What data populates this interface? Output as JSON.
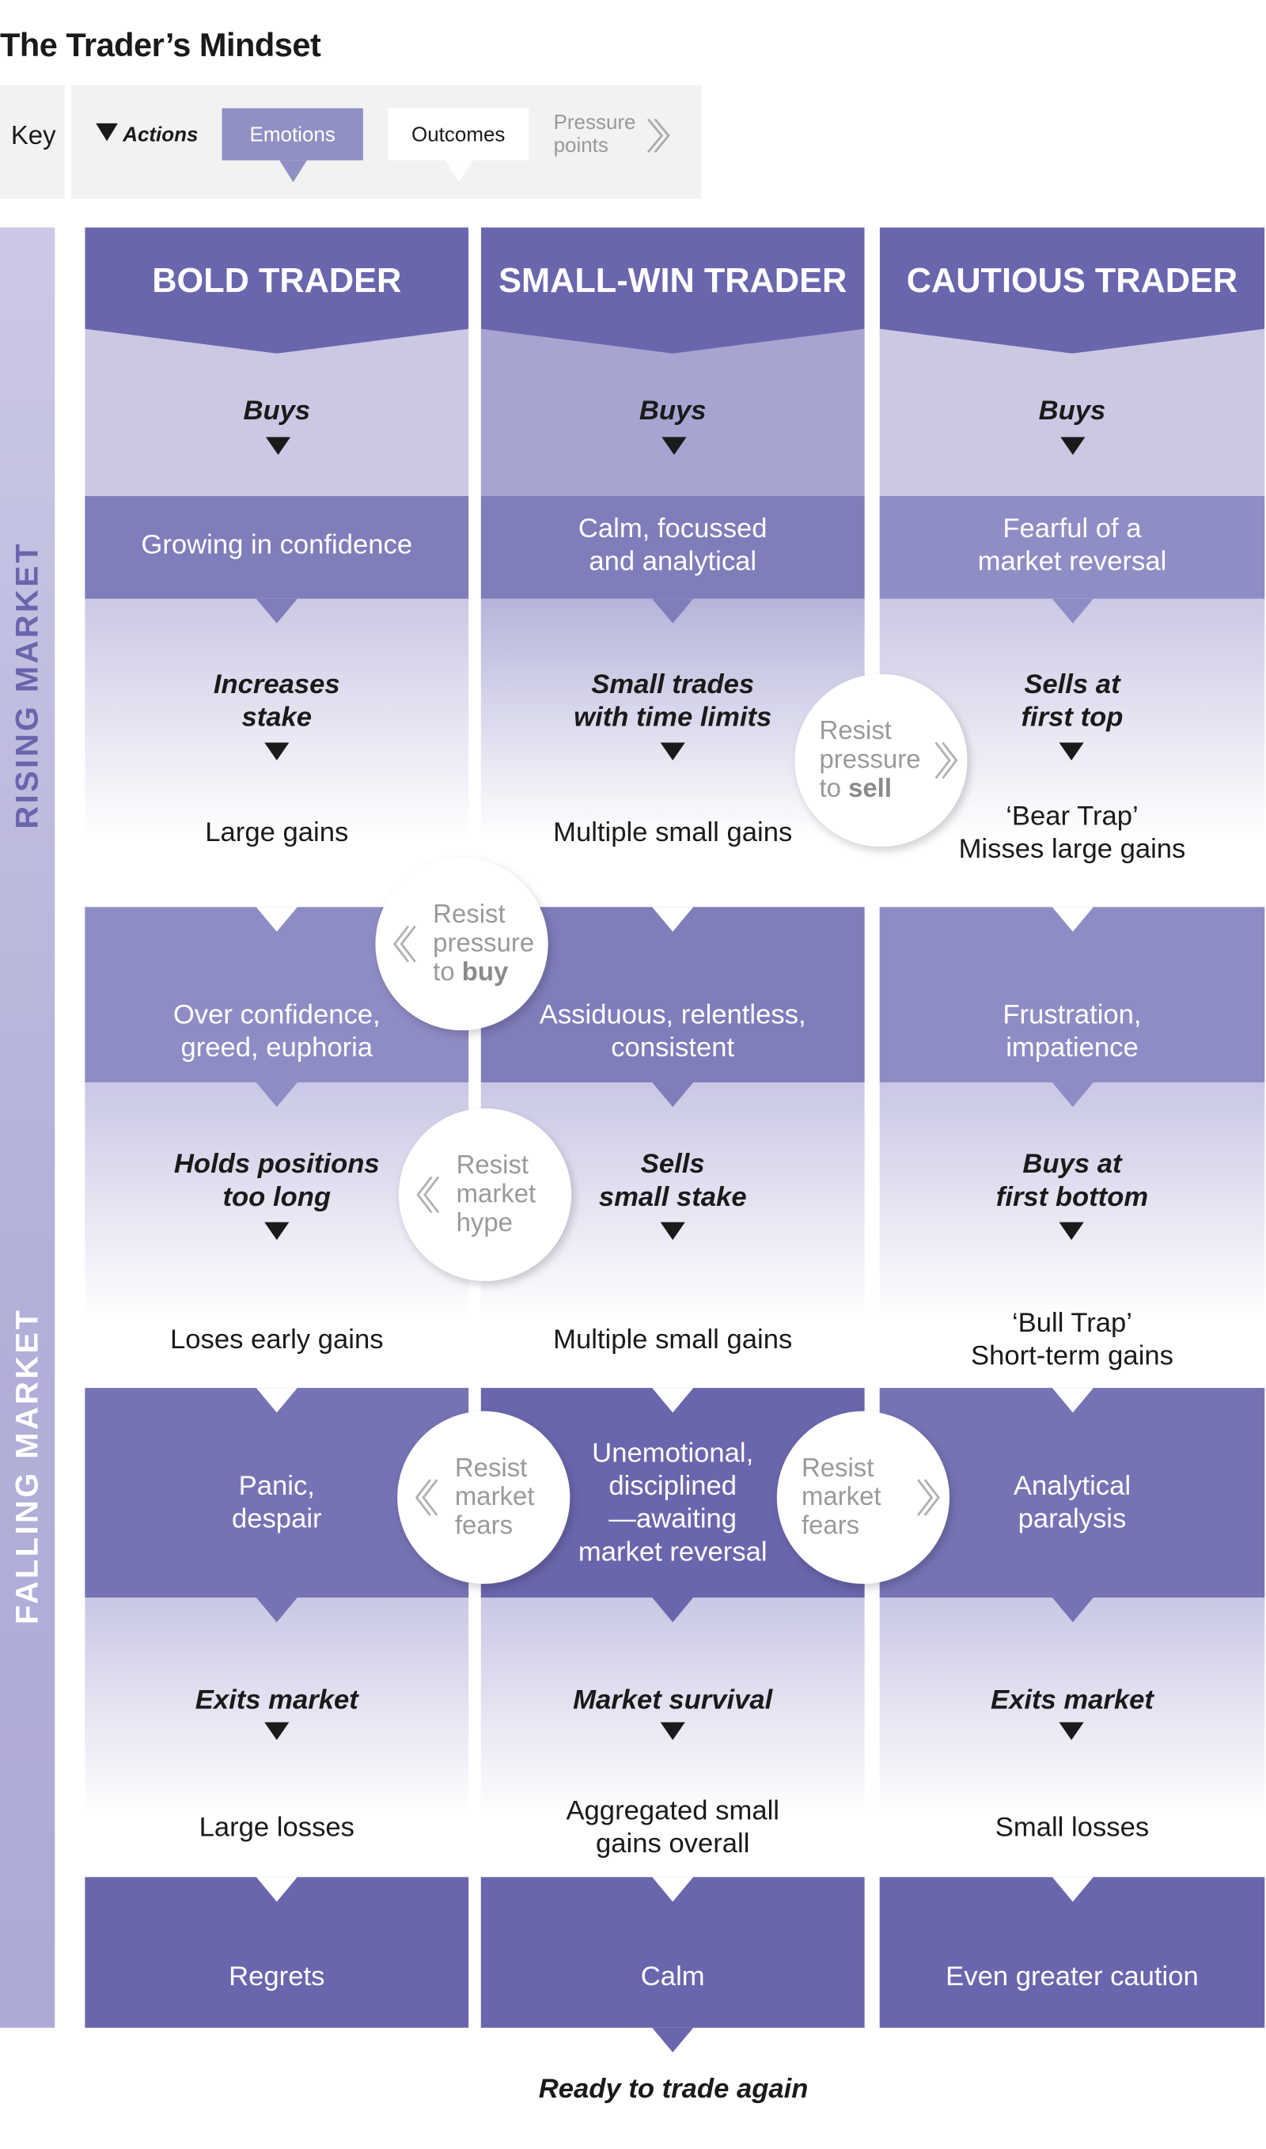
{
  "title": "The Trader’s Mindset",
  "key": {
    "label": "Key",
    "actions": "Actions",
    "emotions": "Emotions",
    "outcomes": "Outcomes",
    "pressure_points": "Pressure\npoints",
    "emotions_color": "#9090c4",
    "outcomes_color": "#ffffff"
  },
  "side": {
    "rising": "RISING MARKET",
    "falling": "FALLING MARKET"
  },
  "colors": {
    "header": "#6a66ad",
    "pressure_text": "#9a9a9a"
  },
  "columns": [
    {
      "header": "BOLD TRADER",
      "buys": "Buys",
      "emotion1": "Growing in confidence",
      "action2": "Increases\nstake",
      "outcome2": "Large gains",
      "emotion2": "Over confidence,\ngreed, euphoria",
      "action3": "Holds positions\ntoo long",
      "outcome3": "Loses early gains",
      "emotion3": "Panic,\ndespair",
      "action4": "Exits market",
      "outcome4": "Large losses",
      "final": "Regrets"
    },
    {
      "header": "SMALL-WIN TRADER",
      "buys": "Buys",
      "emotion1": "Calm, focussed\nand analytical",
      "action2": "Small trades\nwith time limits",
      "outcome2": "Multiple small gains",
      "emotion2": "Assiduous, relentless,\nconsistent",
      "action3": "Sells\nsmall stake",
      "outcome3": "Multiple small gains",
      "emotion3": "Unemotional,\ndisciplined\n—awaiting\nmarket reversal",
      "action4": "Market survival",
      "outcome4": "Aggregated small\ngains overall",
      "final": "Calm"
    },
    {
      "header": "CAUTIOUS TRADER",
      "buys": "Buys",
      "emotion1": "Fearful of a\nmarket reversal",
      "action2": "Sells at\nfirst top",
      "outcome2": "‘Bear Trap’\nMisses large gains",
      "emotion2": "Frustration,\nimpatience",
      "action3": "Buys at\nfirst bottom",
      "outcome3": "‘Bull Trap’\nShort-term gains",
      "emotion3": "Analytical\nparalysis",
      "action4": "Exits market",
      "outcome4": "Small losses",
      "final": "Even greater caution"
    }
  ],
  "pressure_points": [
    {
      "text": "Resist\npressure\nto ",
      "bold": "buy",
      "direction": "left"
    },
    {
      "text": "Resist\npressure\nto ",
      "bold": "sell",
      "direction": "right"
    },
    {
      "text": "Resist\nmarket\nhype",
      "bold": "",
      "direction": "left"
    },
    {
      "text": "Resist\nmarket\nfears",
      "bold": "",
      "direction": "left"
    },
    {
      "text": "Resist\nmarket\nfears",
      "bold": "",
      "direction": "right"
    }
  ],
  "footer": "Ready to trade again"
}
